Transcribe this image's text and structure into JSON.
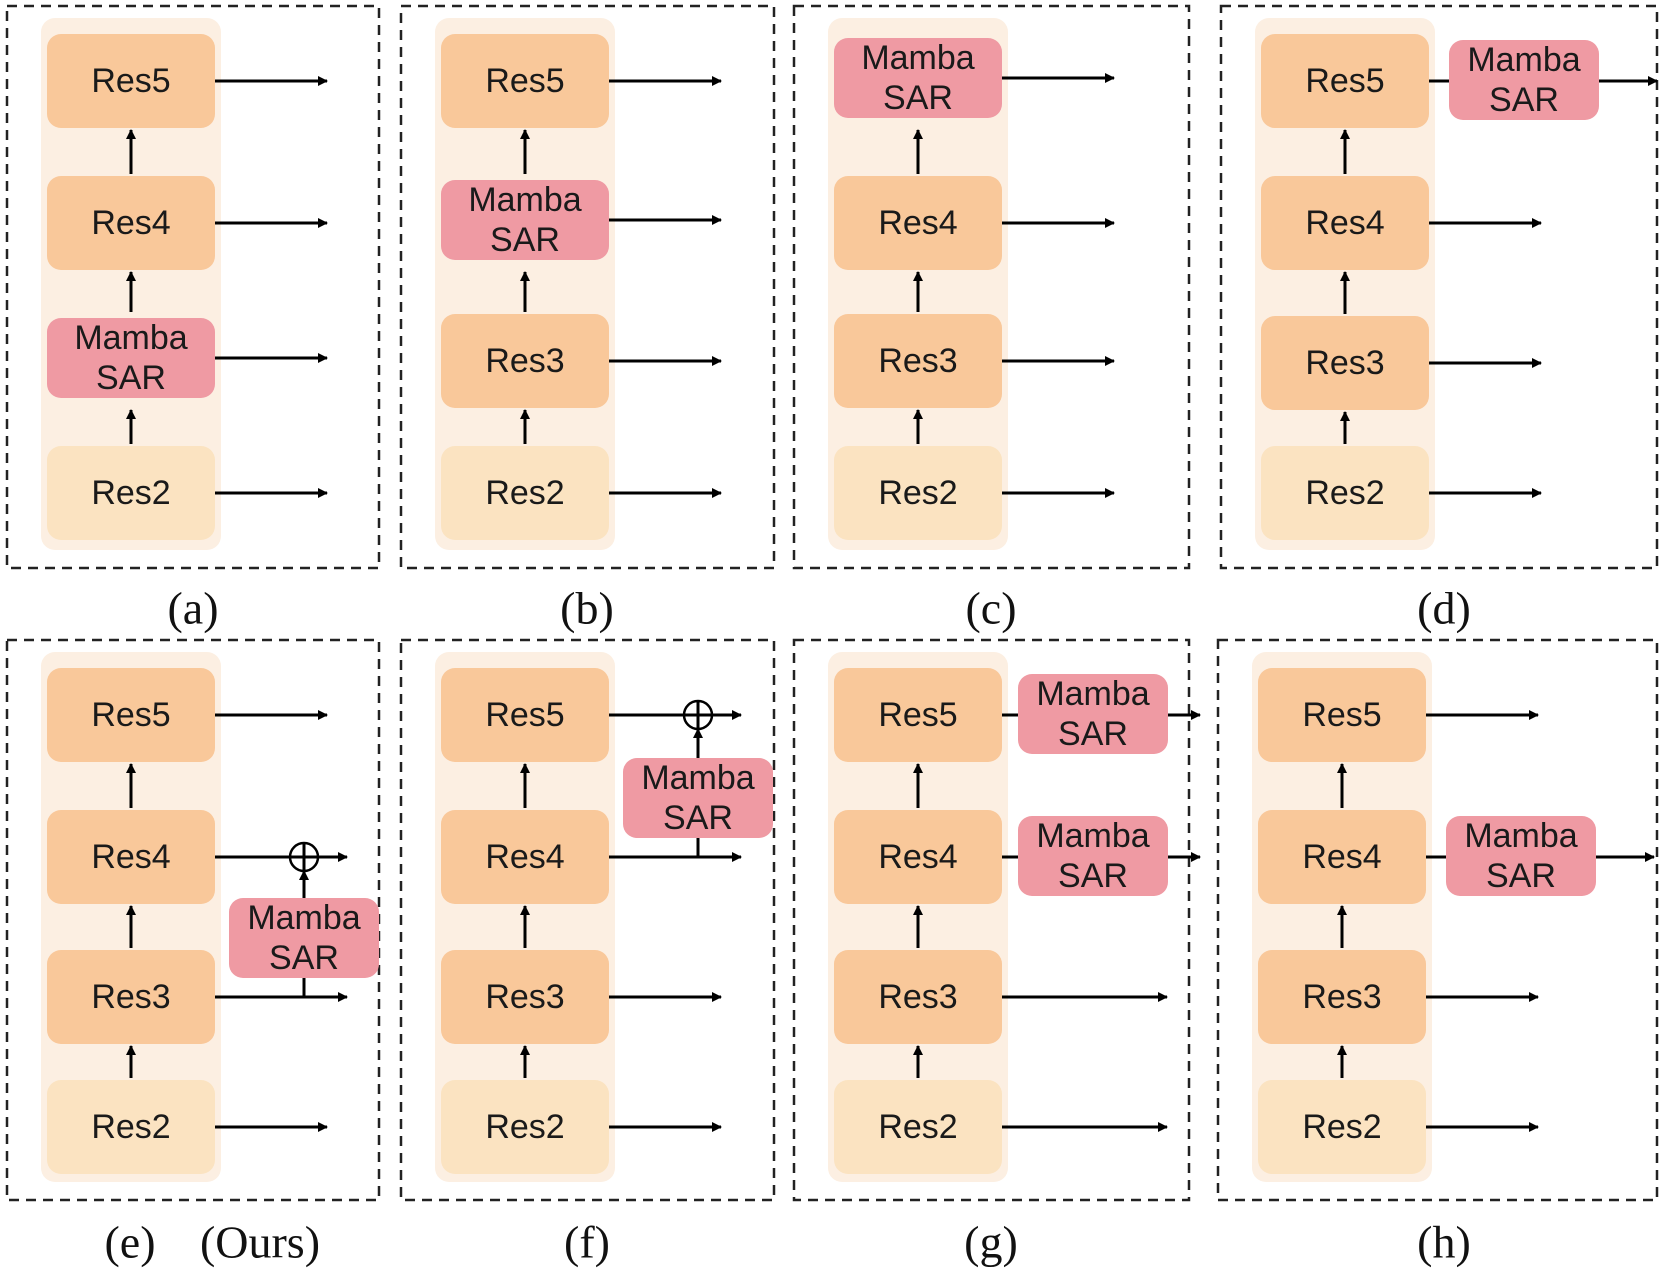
{
  "colors": {
    "backbone_bg": "#fcefe2",
    "res_box": "#f9c89a",
    "res2_box": "#fbe3c1",
    "mamba_box": "#ef9aa3",
    "line": "#000000",
    "border": "#222222"
  },
  "labels": {
    "res5": "Res5",
    "res4": "Res4",
    "res3": "Res3",
    "res2": "Res2",
    "mamba_line1": "Mamba",
    "mamba_line2": "SAR",
    "plus": "⊕"
  },
  "panels": [
    {
      "id": "a",
      "caption": "(a)",
      "placement": "in-backbone-after-res3"
    },
    {
      "id": "b",
      "caption": "(b)",
      "placement": "in-backbone-after-res4"
    },
    {
      "id": "c",
      "caption": "(c)",
      "placement": "in-backbone-after-res5"
    },
    {
      "id": "d",
      "caption": "(d)",
      "placement": "side-res5"
    },
    {
      "id": "e",
      "caption": "(e)",
      "caption_extra": "(Ours)",
      "placement": "residual-res3-to-res4"
    },
    {
      "id": "f",
      "caption": "(f)",
      "placement": "residual-res4-to-res5"
    },
    {
      "id": "g",
      "caption": "(g)",
      "placement": "side-res4-res5"
    },
    {
      "id": "h",
      "caption": "(h)",
      "placement": "side-res4"
    }
  ]
}
